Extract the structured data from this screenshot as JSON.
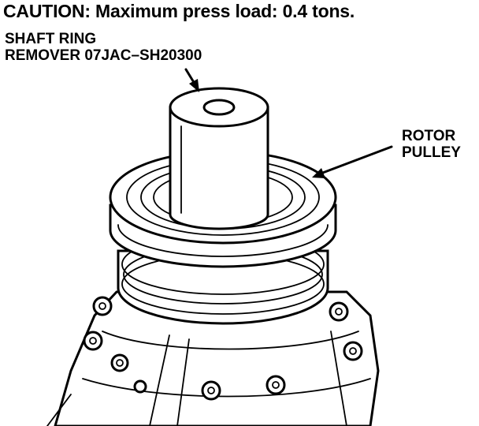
{
  "caution": "CAUTION:  Maximum press load: 0.4 tons.",
  "tool_label": [
    "SHAFT RING",
    "REMOVER 07JAC–SH20300"
  ],
  "rotor_label": [
    "ROTOR",
    "PULLEY"
  ],
  "colors": {
    "ink": "#000000",
    "paper": "#ffffff"
  }
}
